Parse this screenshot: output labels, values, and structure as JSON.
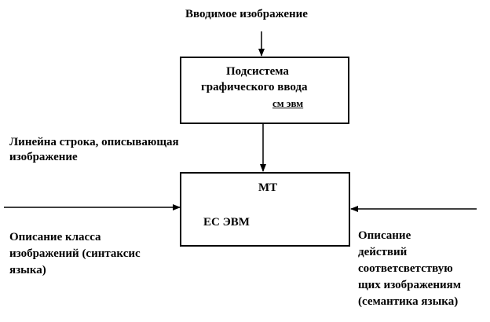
{
  "input_label": "Вводимое изображение",
  "subsystem_box": {
    "line1": "Подсистема",
    "line2": "графического ввода",
    "line3": "см эвм"
  },
  "linear_string": {
    "line1": "Линейна строка, описывающая",
    "line2": "изображение"
  },
  "main_box": {
    "title": "МТ",
    "subtitle": "ЕС ЭВМ"
  },
  "class_description": {
    "line1": "Описание класса",
    "line2": "изображений (синтаксис",
    "line3": "языка)"
  },
  "actions_description": {
    "line1": "Описание",
    "line2": "действий",
    "line3": "соответсветствую",
    "line4": "щих изображениям",
    "line5": "(семантика языка)"
  }
}
